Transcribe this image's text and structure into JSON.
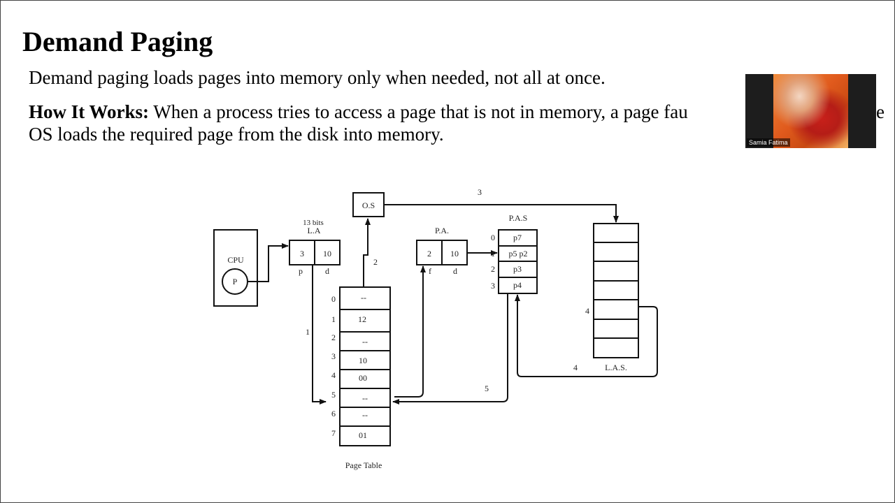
{
  "slide": {
    "title": "Demand Paging",
    "definition": "Demand paging loads pages into memory only when needed, not all at once.",
    "how_label": "How It Works:",
    "how_text": " When a process tries to access a page that is not in memory, a page fau",
    "how_tail": "e",
    "how_line2": "OS loads the required page from the disk into memory."
  },
  "video": {
    "participant_name": "Samia Fatima"
  },
  "diagram": {
    "cpu_label": "CPU",
    "process_label": "P",
    "la_bits": "13 bits",
    "la_label": "L.A",
    "la_page": "3",
    "la_offset": "10",
    "la_p": "p",
    "la_d": "d",
    "os_label": "O.S",
    "pa_label": "P.A.",
    "pa_frame": "2",
    "pa_offset": "10",
    "pa_f": "f",
    "pa_d": "d",
    "pas_label": "P.A.S",
    "pas_rows": [
      {
        "index": "0",
        "value": "p7"
      },
      {
        "index": "1",
        "value": "p5 p2"
      },
      {
        "index": "2",
        "value": "p3"
      },
      {
        "index": "3",
        "value": "p4"
      }
    ],
    "page_table_label": "Page Table",
    "page_table": [
      {
        "index": "0",
        "value": "--"
      },
      {
        "index": "1",
        "value": "12"
      },
      {
        "index": "2",
        "value": "--"
      },
      {
        "index": "3",
        "value": "10"
      },
      {
        "index": "4",
        "value": "00"
      },
      {
        "index": "5",
        "value": "--"
      },
      {
        "index": "6",
        "value": "--"
      },
      {
        "index": "7",
        "value": "01"
      }
    ],
    "las_label": "L.A.S.",
    "step_labels": {
      "s1": "1",
      "s2": "2",
      "s3": "3",
      "s4a": "4",
      "s4b": "4",
      "s5": "5"
    }
  }
}
